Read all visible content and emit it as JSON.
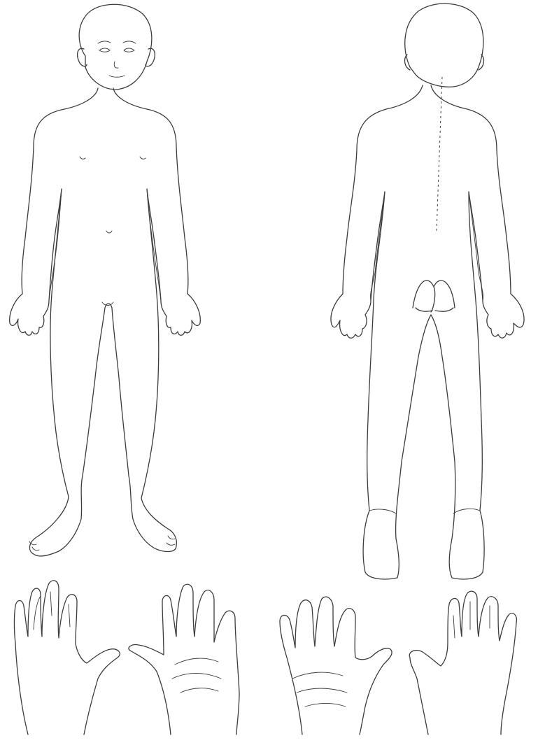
{
  "image": {
    "background": "#ffffff",
    "line_color": "#3c3c3c",
    "views": [
      {
        "name": "body-front-view"
      },
      {
        "name": "body-back-view"
      },
      {
        "name": "hand-dorsal-left"
      },
      {
        "name": "hand-palmar-left"
      },
      {
        "name": "hand-palmar-right"
      },
      {
        "name": "hand-dorsal-right"
      }
    ]
  }
}
